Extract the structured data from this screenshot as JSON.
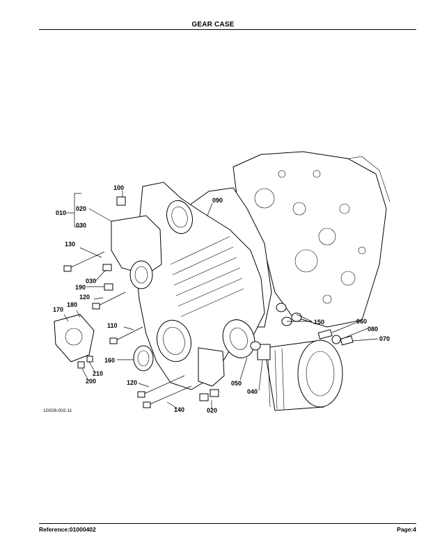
{
  "header": {
    "title": "GEAR CASE"
  },
  "figure": {
    "ref_code": "1G026-002-11",
    "callouts": {
      "c010": "010",
      "c020a": "020",
      "c030a": "030",
      "c100": "100",
      "c090": "090",
      "c130": "130",
      "c030b": "030",
      "c190": "190",
      "c120a": "120",
      "c170": "170",
      "c180": "180",
      "c110": "110",
      "c160": "160",
      "c210": "210",
      "c200": "200",
      "c120b": "120",
      "c140": "140",
      "c020b": "020",
      "c040": "040",
      "c050": "050",
      "c150": "150",
      "c060": "060",
      "c080": "080",
      "c070": "070"
    }
  },
  "footer": {
    "reference": "Reference:01000402",
    "page": "Page:4"
  }
}
